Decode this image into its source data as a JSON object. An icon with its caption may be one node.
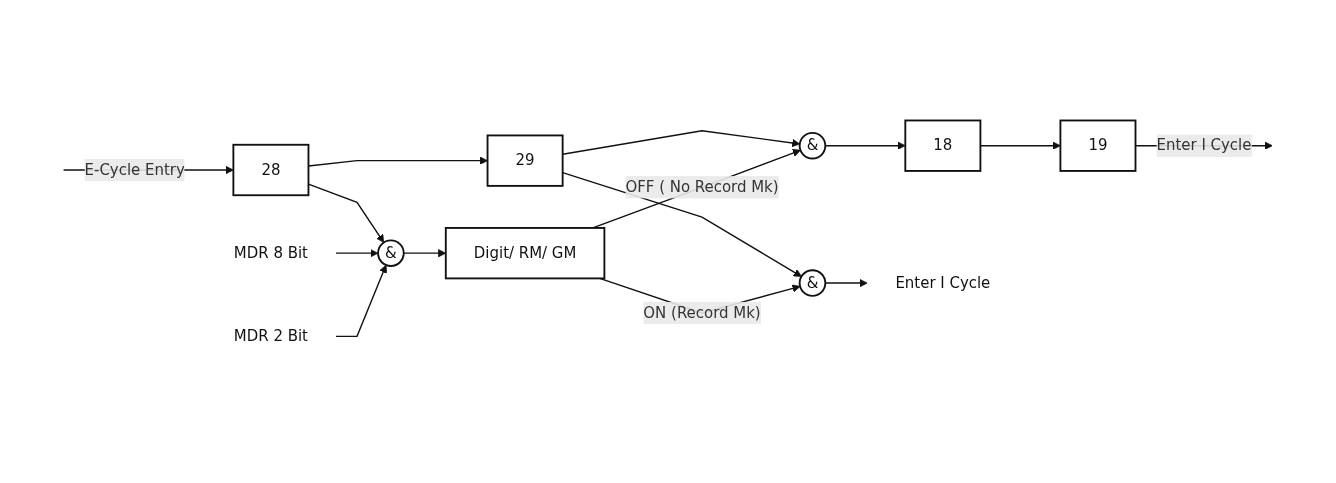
{
  "diagram": {
    "nodes": [
      {
        "text": [
          "28"
        ]
      },
      {
        "text": [
          "29"
        ]
      },
      {
        "text": [
          "&"
        ]
      },
      {
        "text": [
          "18"
        ]
      },
      {
        "text": [
          "19"
        ]
      },
      {
        "text": [
          "MDR 8 Bit"
        ]
      },
      {
        "text": [
          "&"
        ]
      },
      {
        "text": [
          "MDR 2 Bit"
        ]
      },
      {
        "text": [
          "Digit/ RM/ GM"
        ]
      },
      {
        "text": [
          "&"
        ]
      },
      {
        "text": [
          "Enter I Cycle"
        ]
      }
    ],
    "edges": [
      {
        "from": null,
        "to": 0,
        "arrow": "to",
        "label": "E-Cycle Entry"
      },
      {
        "from": 0,
        "to": 1,
        "arrow": "to"
      },
      {
        "from": 1,
        "to": 2,
        "arrow": "to"
      },
      {
        "from": 2,
        "to": 3,
        "arrow": "to"
      },
      {
        "from": 3,
        "to": 4,
        "arrow": "to"
      },
      {
        "from": 4,
        "to": null,
        "arrow": "to",
        "label": "Enter I Cycle"
      },
      {
        "from": 0,
        "to": 6,
        "arrow": "to"
      },
      {
        "from": 5,
        "to": 6,
        "arrow": "to"
      },
      {
        "from": 7,
        "to": 6,
        "arrow": "to"
      },
      {
        "from": 6,
        "to": 8,
        "arrow": "to"
      },
      {
        "from": 1,
        "to": 9,
        "arrow": "to"
      },
      {
        "from": 8,
        "to": 9,
        "arrow": "to",
        "label": "ON (Record Mk)"
      },
      {
        "from": 9,
        "to": 10,
        "arrow": "to"
      },
      {
        "from": 8,
        "to": 2,
        "arrow": "to",
        "label": "OFF ( No Record Mk)"
      }
    ]
  }
}
